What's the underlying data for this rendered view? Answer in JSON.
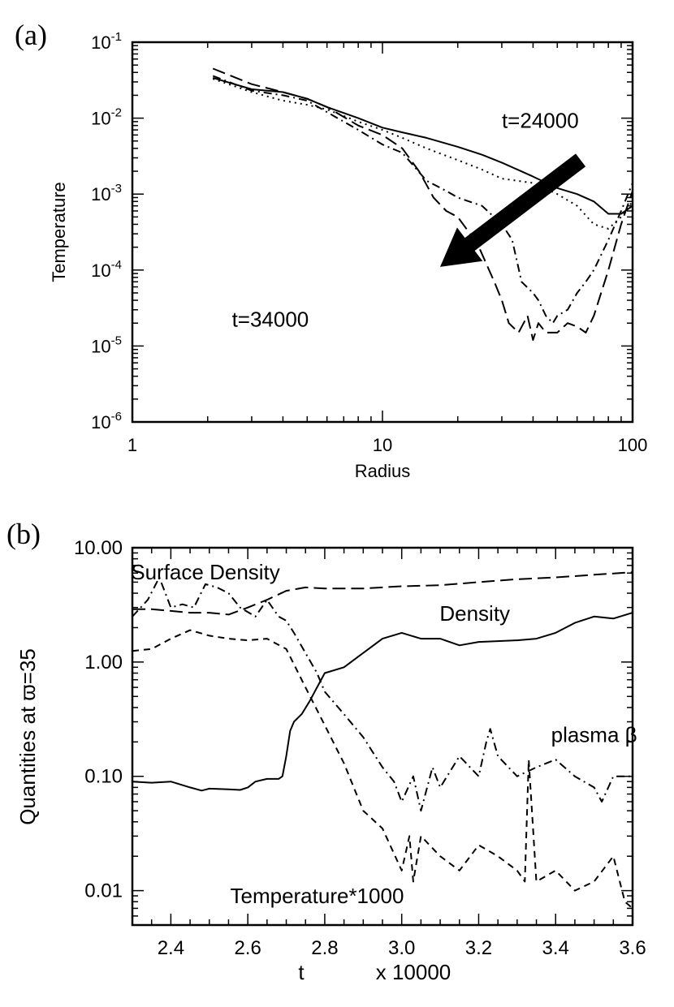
{
  "chart_data": [
    {
      "panel_label": "(a)",
      "type": "line",
      "xlabel": "Radius",
      "ylabel": "Temperature",
      "xscale": "log",
      "yscale": "log",
      "xlim": [
        1,
        100
      ],
      "ylim": [
        1e-06,
        0.1
      ],
      "xticks": [
        {
          "v": 1,
          "label": "1"
        },
        {
          "v": 10,
          "label": "10"
        },
        {
          "v": 100,
          "label": "100"
        }
      ],
      "yticks": [
        {
          "v": 0.1,
          "base": "10",
          "exp": "-1"
        },
        {
          "v": 0.01,
          "base": "10",
          "exp": "-2"
        },
        {
          "v": 0.001,
          "base": "10",
          "exp": "-3"
        },
        {
          "v": 0.0001,
          "base": "10",
          "exp": "-4"
        },
        {
          "v": 1e-05,
          "base": "10",
          "exp": "-5"
        },
        {
          "v": 1e-06,
          "base": "10",
          "exp": "-6"
        }
      ],
      "annotations": [
        {
          "text": "t=24000",
          "x": 30,
          "y": 0.0075
        },
        {
          "text": "t=34000",
          "x": 2.5,
          "y": 1.8e-05
        }
      ],
      "arrow": {
        "from": {
          "x": 62,
          "y": 0.0028
        },
        "to": {
          "x": 17,
          "y": 0.00011
        }
      },
      "series": [
        {
          "style": "solid",
          "values": [
            [
              2.1,
              0.034
            ],
            [
              3,
              0.024
            ],
            [
              4,
              0.022
            ],
            [
              5,
              0.018
            ],
            [
              6,
              0.014
            ],
            [
              8,
              0.01
            ],
            [
              10,
              0.0075
            ],
            [
              12,
              0.0065
            ],
            [
              15,
              0.0055
            ],
            [
              20,
              0.0042
            ],
            [
              25,
              0.0033
            ],
            [
              30,
              0.0026
            ],
            [
              40,
              0.0017
            ],
            [
              50,
              0.0012
            ],
            [
              60,
              0.001
            ],
            [
              70,
              0.0008
            ],
            [
              80,
              0.00055
            ],
            [
              90,
              0.00055
            ],
            [
              100,
              0.0007
            ]
          ]
        },
        {
          "style": "dotted",
          "values": [
            [
              2.1,
              0.033
            ],
            [
              3,
              0.022
            ],
            [
              4,
              0.017
            ],
            [
              5,
              0.015
            ],
            [
              6,
              0.013
            ],
            [
              8,
              0.009
            ],
            [
              10,
              0.007
            ],
            [
              12,
              0.0055
            ],
            [
              15,
              0.004
            ],
            [
              20,
              0.0028
            ],
            [
              25,
              0.0021
            ],
            [
              30,
              0.0016
            ],
            [
              40,
              0.0014
            ],
            [
              50,
              0.001
            ],
            [
              60,
              0.0007
            ],
            [
              70,
              0.0004
            ],
            [
              80,
              0.00035
            ],
            [
              90,
              0.0005
            ],
            [
              100,
              0.0008
            ]
          ]
        },
        {
          "style": "dashdot",
          "values": [
            [
              2.1,
              0.036
            ],
            [
              3,
              0.023
            ],
            [
              4,
              0.02
            ],
            [
              5,
              0.017
            ],
            [
              6,
              0.012
            ],
            [
              8,
              0.007
            ],
            [
              10,
              0.0045
            ],
            [
              12,
              0.0035
            ],
            [
              15,
              0.0015
            ],
            [
              18,
              0.0011
            ],
            [
              20,
              0.0009
            ],
            [
              25,
              0.0007
            ],
            [
              30,
              0.0004
            ],
            [
              33,
              0.00025
            ],
            [
              36,
              7e-05
            ],
            [
              40,
              5e-05
            ],
            [
              42,
              4e-05
            ],
            [
              45,
              2.5e-05
            ],
            [
              48,
              2e-05
            ],
            [
              50,
              2.5e-05
            ],
            [
              55,
              3e-05
            ],
            [
              60,
              5e-05
            ],
            [
              65,
              7e-05
            ],
            [
              70,
              0.0001
            ],
            [
              80,
              0.00025
            ],
            [
              90,
              0.0006
            ],
            [
              100,
              0.0014
            ]
          ]
        },
        {
          "style": "longdash",
          "values": [
            [
              2.1,
              0.045
            ],
            [
              3,
              0.028
            ],
            [
              4,
              0.022
            ],
            [
              5,
              0.018
            ],
            [
              6,
              0.014
            ],
            [
              8,
              0.008
            ],
            [
              10,
              0.006
            ],
            [
              12,
              0.004
            ],
            [
              14,
              0.002
            ],
            [
              16,
              0.0009
            ],
            [
              18,
              0.0006
            ],
            [
              20,
              0.0005
            ],
            [
              24,
              0.00022
            ],
            [
              28,
              7e-05
            ],
            [
              30,
              4e-05
            ],
            [
              32,
              2e-05
            ],
            [
              35,
              1.5e-05
            ],
            [
              38,
              2.5e-05
            ],
            [
              40,
              1.2e-05
            ],
            [
              42,
              2e-05
            ],
            [
              45,
              1.5e-05
            ],
            [
              50,
              1.5e-05
            ],
            [
              55,
              2e-05
            ],
            [
              60,
              1.8e-05
            ],
            [
              65,
              1.5e-05
            ],
            [
              70,
              2.5e-05
            ],
            [
              80,
              0.0001
            ],
            [
              90,
              0.0004
            ],
            [
              100,
              0.0011
            ]
          ]
        }
      ]
    },
    {
      "panel_label": "(b)",
      "type": "line",
      "xlabel": "t",
      "xlabel_scale": "x 10000",
      "ylabel": "Quantities at  ϖ=35",
      "xscale": "linear",
      "yscale": "log",
      "xlim": [
        2.3,
        3.6
      ],
      "ylim": [
        0.005,
        10
      ],
      "xticks": [
        {
          "v": 2.4,
          "label": "2.4"
        },
        {
          "v": 2.6,
          "label": "2.6"
        },
        {
          "v": 2.8,
          "label": "2.8"
        },
        {
          "v": 3.0,
          "label": "3.0"
        },
        {
          "v": 3.2,
          "label": "3.2"
        },
        {
          "v": 3.4,
          "label": "3.4"
        },
        {
          "v": 3.6,
          "label": "3.6"
        }
      ],
      "yticks": [
        {
          "v": 10,
          "label": "10.00"
        },
        {
          "v": 1,
          "label": "1.00"
        },
        {
          "v": 0.1,
          "label": "0.10"
        },
        {
          "v": 0.01,
          "label": "0.01"
        }
      ],
      "series": [
        {
          "name": "Surface Density",
          "style": "longdash",
          "label_at": {
            "x": 2.49,
            "y": 5.3
          },
          "values": [
            [
              2.3,
              2.9
            ],
            [
              2.35,
              2.9
            ],
            [
              2.4,
              2.8
            ],
            [
              2.45,
              2.7
            ],
            [
              2.5,
              2.7
            ],
            [
              2.55,
              2.6
            ],
            [
              2.6,
              3.0
            ],
            [
              2.65,
              3.5
            ],
            [
              2.7,
              4.2
            ],
            [
              2.75,
              4.5
            ],
            [
              2.8,
              4.4
            ],
            [
              2.9,
              4.4
            ],
            [
              3.0,
              4.6
            ],
            [
              3.1,
              4.7
            ],
            [
              3.2,
              5.0
            ],
            [
              3.3,
              5.3
            ],
            [
              3.4,
              5.5
            ],
            [
              3.5,
              5.8
            ],
            [
              3.6,
              6.1
            ]
          ]
        },
        {
          "name": "Density",
          "style": "solid",
          "label_at": {
            "x": 3.19,
            "y": 2.3
          },
          "values": [
            [
              2.3,
              0.09
            ],
            [
              2.35,
              0.088
            ],
            [
              2.4,
              0.09
            ],
            [
              2.45,
              0.08
            ],
            [
              2.48,
              0.075
            ],
            [
              2.5,
              0.078
            ],
            [
              2.55,
              0.077
            ],
            [
              2.58,
              0.076
            ],
            [
              2.6,
              0.08
            ],
            [
              2.62,
              0.09
            ],
            [
              2.65,
              0.095
            ],
            [
              2.68,
              0.095
            ],
            [
              2.69,
              0.1
            ],
            [
              2.7,
              0.15
            ],
            [
              2.71,
              0.25
            ],
            [
              2.72,
              0.3
            ],
            [
              2.74,
              0.35
            ],
            [
              2.76,
              0.45
            ],
            [
              2.78,
              0.6
            ],
            [
              2.8,
              0.8
            ],
            [
              2.85,
              0.9
            ],
            [
              2.9,
              1.2
            ],
            [
              2.95,
              1.6
            ],
            [
              3.0,
              1.8
            ],
            [
              3.05,
              1.6
            ],
            [
              3.1,
              1.6
            ],
            [
              3.15,
              1.4
            ],
            [
              3.2,
              1.5
            ],
            [
              3.3,
              1.55
            ],
            [
              3.35,
              1.6
            ],
            [
              3.4,
              1.8
            ],
            [
              3.45,
              2.2
            ],
            [
              3.5,
              2.5
            ],
            [
              3.55,
              2.4
            ],
            [
              3.6,
              2.7
            ]
          ]
        },
        {
          "name": "plasma β",
          "style": "dashdot",
          "label_at": {
            "x": 3.5,
            "y": 0.2
          },
          "values": [
            [
              2.3,
              2.5
            ],
            [
              2.34,
              3.5
            ],
            [
              2.37,
              5.5
            ],
            [
              2.4,
              3.0
            ],
            [
              2.43,
              3.2
            ],
            [
              2.46,
              3.0
            ],
            [
              2.49,
              4.8
            ],
            [
              2.52,
              4.5
            ],
            [
              2.55,
              4.0
            ],
            [
              2.58,
              3.0
            ],
            [
              2.62,
              2.5
            ],
            [
              2.65,
              3.5
            ],
            [
              2.68,
              2.5
            ],
            [
              2.7,
              2.3
            ],
            [
              2.72,
              1.8
            ],
            [
              2.75,
              1.2
            ],
            [
              2.78,
              0.8
            ],
            [
              2.8,
              0.55
            ],
            [
              2.85,
              0.35
            ],
            [
              2.9,
              0.22
            ],
            [
              2.95,
              0.12
            ],
            [
              2.98,
              0.09
            ],
            [
              3.0,
              0.06
            ],
            [
              3.03,
              0.1
            ],
            [
              3.05,
              0.05
            ],
            [
              3.08,
              0.12
            ],
            [
              3.1,
              0.08
            ],
            [
              3.15,
              0.15
            ],
            [
              3.2,
              0.1
            ],
            [
              3.22,
              0.2
            ],
            [
              3.23,
              0.26
            ],
            [
              3.25,
              0.15
            ],
            [
              3.3,
              0.1
            ],
            [
              3.35,
              0.12
            ],
            [
              3.4,
              0.14
            ],
            [
              3.45,
              0.1
            ],
            [
              3.5,
              0.08
            ],
            [
              3.52,
              0.06
            ],
            [
              3.55,
              0.1
            ],
            [
              3.6,
              0.1
            ]
          ]
        },
        {
          "name": "Temperature*1000",
          "style": "dashed",
          "label_at": {
            "x": 2.78,
            "y": 0.0078
          },
          "values": [
            [
              2.3,
              1.25
            ],
            [
              2.35,
              1.3
            ],
            [
              2.4,
              1.6
            ],
            [
              2.45,
              1.9
            ],
            [
              2.5,
              1.7
            ],
            [
              2.55,
              1.6
            ],
            [
              2.6,
              1.55
            ],
            [
              2.65,
              1.6
            ],
            [
              2.7,
              1.3
            ],
            [
              2.75,
              0.6
            ],
            [
              2.8,
              0.28
            ],
            [
              2.85,
              0.13
            ],
            [
              2.9,
              0.05
            ],
            [
              2.95,
              0.035
            ],
            [
              3.0,
              0.015
            ],
            [
              3.02,
              0.03
            ],
            [
              3.03,
              0.012
            ],
            [
              3.05,
              0.03
            ],
            [
              3.1,
              0.02
            ],
            [
              3.15,
              0.015
            ],
            [
              3.2,
              0.025
            ],
            [
              3.25,
              0.02
            ],
            [
              3.3,
              0.015
            ],
            [
              3.32,
              0.012
            ],
            [
              3.33,
              0.14
            ],
            [
              3.35,
              0.012
            ],
            [
              3.4,
              0.015
            ],
            [
              3.45,
              0.01
            ],
            [
              3.5,
              0.012
            ],
            [
              3.55,
              0.02
            ],
            [
              3.58,
              0.008
            ],
            [
              3.6,
              0.007
            ]
          ]
        }
      ]
    }
  ]
}
